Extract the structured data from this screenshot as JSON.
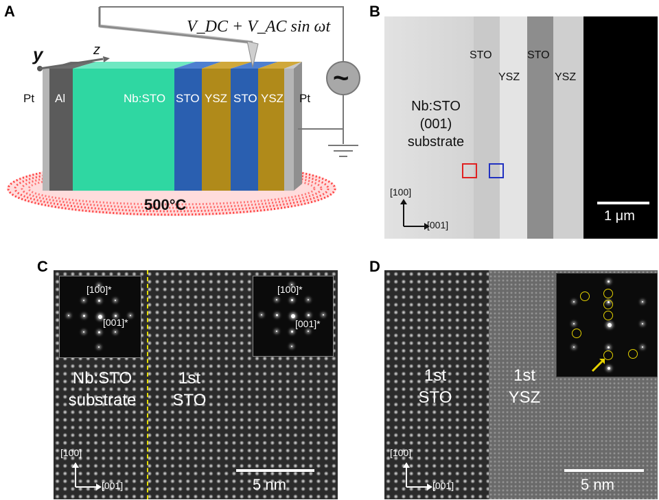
{
  "panels": {
    "A": {
      "letter": "A",
      "formula": "V_DC + V_AC sin ωt",
      "axis_y": "y",
      "axis_z": "z",
      "layers": [
        "Pt",
        "Al",
        "Nb:STO",
        "STO",
        "YSZ",
        "STO",
        "YSZ",
        "Pt"
      ],
      "temperature": "500°C",
      "source_symbol": "~",
      "colors": {
        "nbsto": "#2fd7a2",
        "sto": "#2a5fb0",
        "ysz": "#b08a1a",
        "al": "#5b5b5b",
        "pt": "#b5b5b5",
        "heater": "#ff2a2a"
      }
    },
    "B": {
      "letter": "B",
      "substrate_label_1": "Nb:STO",
      "substrate_label_2": "(001)",
      "substrate_label_3": "substrate",
      "sto_1": "STO",
      "ysz_1": "YSZ",
      "sto_2": "STO",
      "ysz_2": "YSZ",
      "dir_up": "[100]",
      "dir_right": "[001]",
      "scale": "1 μm",
      "box_colors": [
        "#e02020",
        "#2030c0"
      ]
    },
    "C": {
      "letter": "C",
      "inset_label_1": "[100]*",
      "inset_label_2": "[001]*",
      "region_left_1": "Nb:STO",
      "region_left_2": "substrate",
      "region_right_1": "1st",
      "region_right_2": "STO",
      "dir_up": "[100]",
      "dir_right": "[001]",
      "scale": "5 nm",
      "interface_color": "#e8e000"
    },
    "D": {
      "letter": "D",
      "region_left_1": "1st",
      "region_left_2": "STO",
      "region_right_1": "1st",
      "region_right_2": "YSZ",
      "dir_up": "[100]",
      "dir_right": "[001]",
      "scale": "5 nm",
      "ring_color": "#e6d300"
    }
  }
}
